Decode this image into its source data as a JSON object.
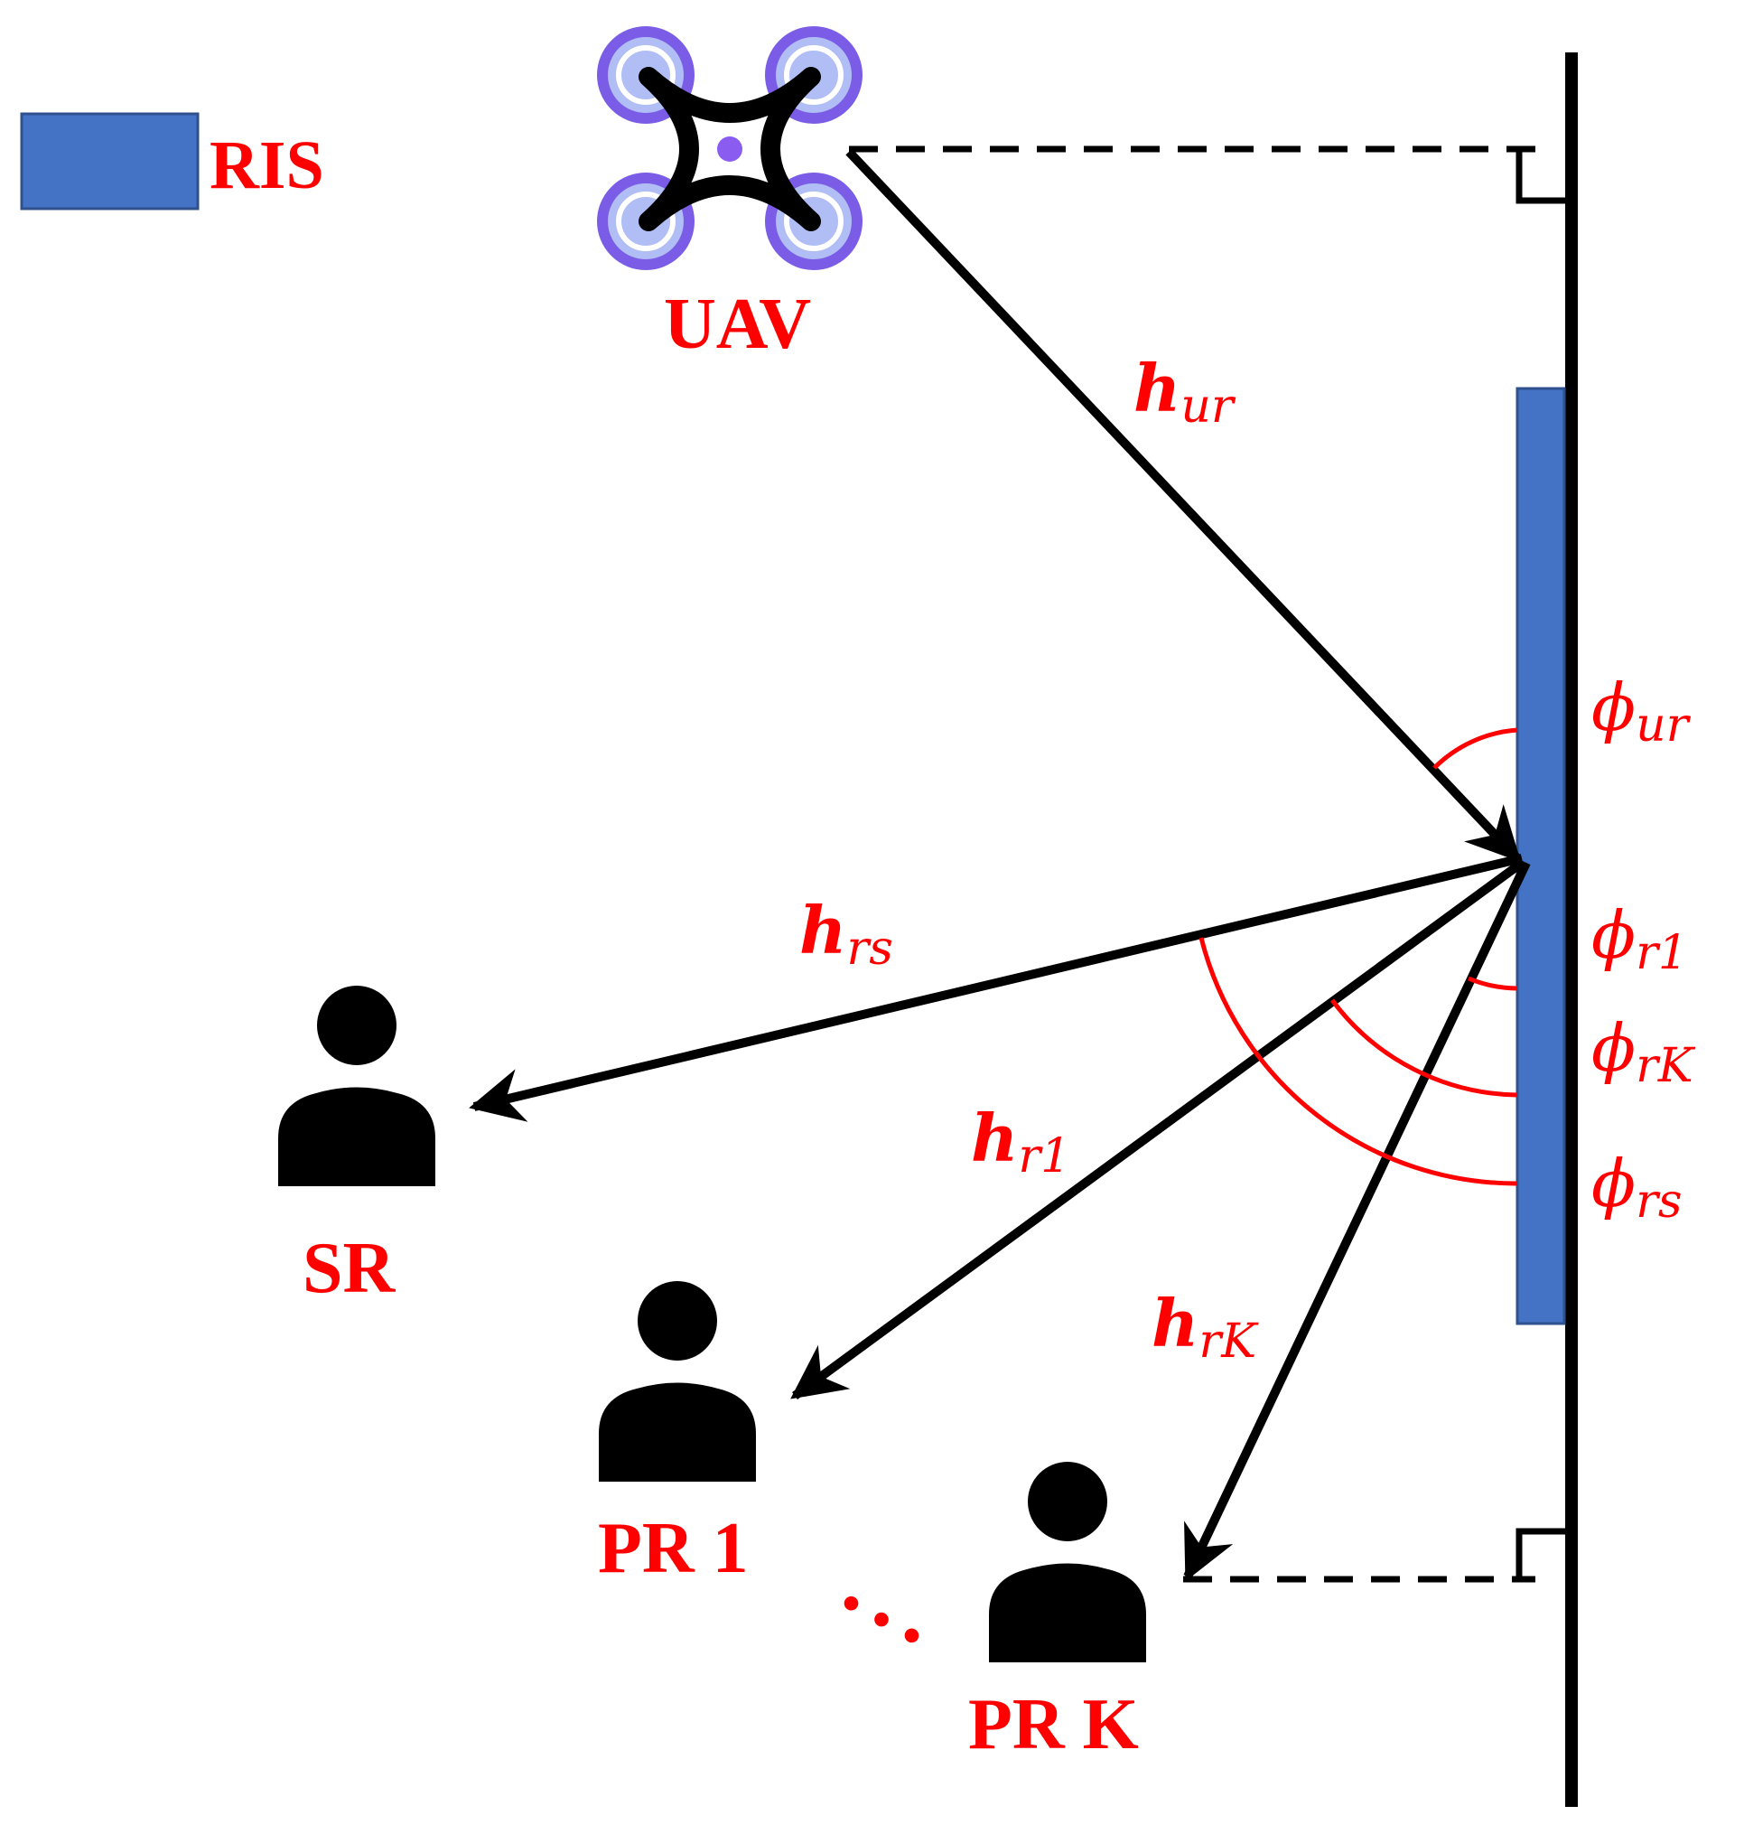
{
  "legend": {
    "label": "RIS",
    "color": "#4472c4"
  },
  "nodes": {
    "uav": "UAV",
    "sr": "SR",
    "pr1": "PR 1",
    "prk": "PR K",
    "ellipsis": "..."
  },
  "channels": {
    "hur": {
      "base": "h",
      "sub": "ur"
    },
    "hrs": {
      "base": "h",
      "sub": "rs"
    },
    "hr1": {
      "base": "h",
      "sub": "r1"
    },
    "hrK": {
      "base": "h",
      "sub": "rK"
    }
  },
  "angles": {
    "phi_ur": {
      "base": "ϕ",
      "sub": "ur"
    },
    "phi_r1": {
      "base": "ϕ",
      "sub": "r1"
    },
    "phi_rK": {
      "base": "ϕ",
      "sub": "rK"
    },
    "phi_rs": {
      "base": "ϕ",
      "sub": "rs"
    }
  },
  "colors": {
    "label": "#ff0000",
    "ris": "#4472c4",
    "uav_ring": "#7b5ce6",
    "uav_fill": "#b0bef5",
    "line": "#000000"
  }
}
